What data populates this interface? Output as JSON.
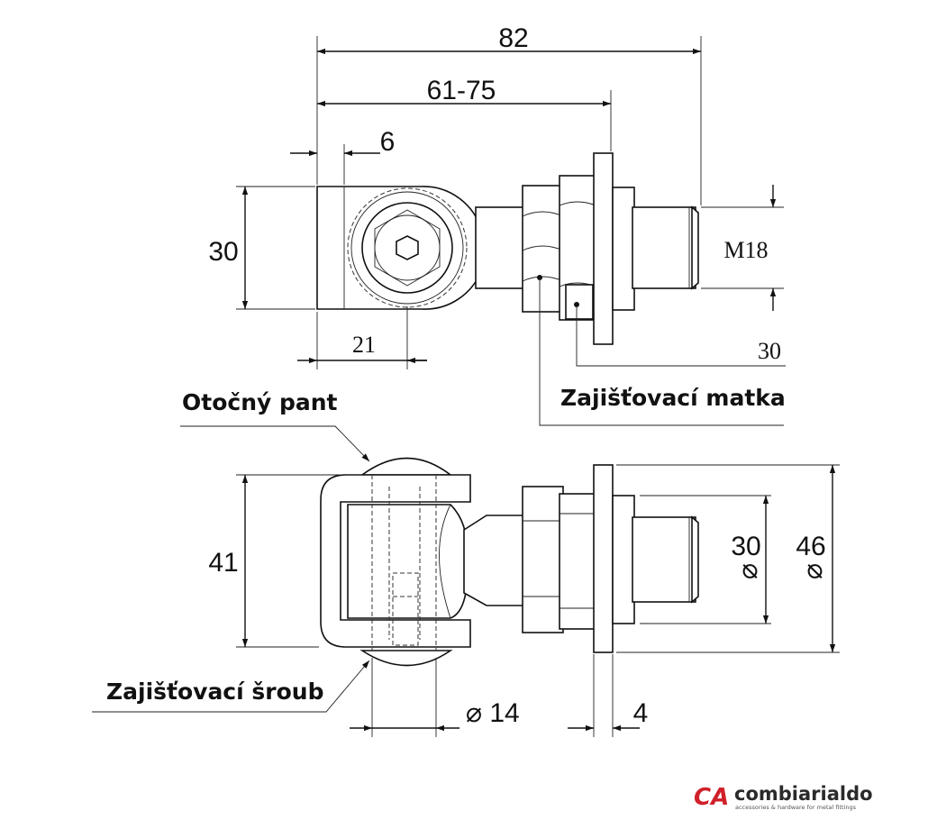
{
  "dimensions": {
    "total_length": "82",
    "adjust_range": "61-75",
    "eye_offset": "6",
    "height_top": "30",
    "eye_center": "21",
    "thread": "M18",
    "nut_size": "30",
    "height_side": "41",
    "washer_dia": "30",
    "flange_dia": "46",
    "pin_dia": "14",
    "flange_thickness": "4",
    "diameter_symbol": "⌀"
  },
  "callouts": {
    "pivot_hinge": "Otočný pant",
    "lock_nut": "Zajišťovací matka",
    "lock_screw": "Zajišťovací šroub"
  },
  "brand": {
    "logo_letters": "CA",
    "name": "combiarialdo",
    "tagline": "accessories & hardware for metal fittings",
    "accent_color": "#d0202a"
  }
}
